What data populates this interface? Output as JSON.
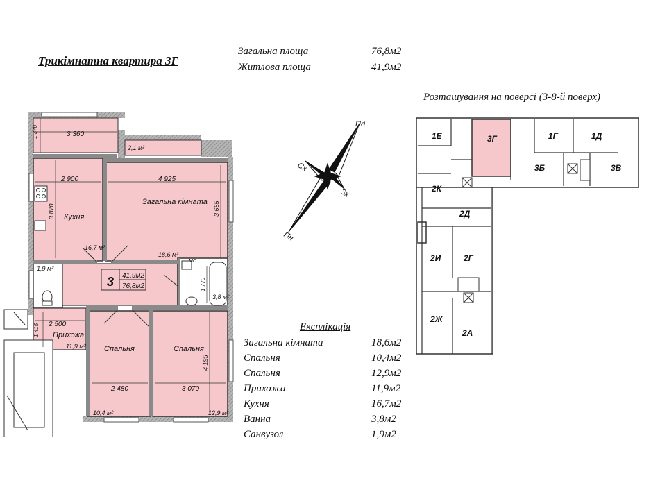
{
  "title": "Трикімнатна квартира  3Г",
  "areas": [
    {
      "label": "Загальна площа",
      "value": "76,8м2"
    },
    {
      "label": "Житлова площа",
      "value": "41,9м2"
    }
  ],
  "floor_location": "Розташування на поверсі (3-8-й поверх)",
  "explication": {
    "title": "Експлікація",
    "rows": [
      {
        "label": "Загальна кімната",
        "value": "18,6м2"
      },
      {
        "label": "Спальня",
        "value": "10,4м2"
      },
      {
        "label": "Спальня",
        "value": "12,9м2"
      },
      {
        "label": "Прихожа",
        "value": "11,9м2"
      },
      {
        "label": "Кухня",
        "value": "16,7м2"
      },
      {
        "label": "Ванна",
        "value": "3,8м2"
      },
      {
        "label": "Санвузол",
        "value": "1,9м2"
      }
    ]
  },
  "compass": {
    "north": "Пн",
    "south": "Пд",
    "east": "Сх",
    "west": "Зх"
  },
  "plan": {
    "rooms": {
      "kitchen": "Кухня",
      "living": "Загальна кімната",
      "bedroom1": "Спальня",
      "bedroom2": "Спальня",
      "hall": "Прихожа",
      "apt_number": "3",
      "living_area_total": "41,9м2",
      "total_area_total": "76,8м2"
    },
    "areas": {
      "balcony": "2,1 м²",
      "kitchen": "16,7 м²",
      "living": "18,6 м²",
      "wc": "1,9 м²",
      "bath": "3,8 м²",
      "hall": "11,9 м²",
      "bedroom1": "10,4 м²",
      "bedroom2": "12,9 м²"
    },
    "dims": {
      "top_width": "3 360",
      "top_height": "1 370",
      "kitchen_width": "2 900",
      "kitchen_height": "3 870",
      "living_width": "4 925",
      "living_height": "3 655",
      "bath_height": "1 770",
      "hall_width": "2 500",
      "hall_height": "1 415",
      "bedroom1_width": "2 480",
      "bedroom2_width": "3 070",
      "bedroom_height": "4 195"
    },
    "wm_label": "МС"
  },
  "key_plan": {
    "labels": [
      "1Е",
      "3Г",
      "1Г",
      "1Д",
      "2К",
      "3Б",
      "3В",
      "2Д",
      "2И",
      "2Г",
      "2Ж",
      "2А"
    ]
  },
  "colors": {
    "highlight": "#f6c8cc",
    "wall": "#8a8a8a"
  }
}
